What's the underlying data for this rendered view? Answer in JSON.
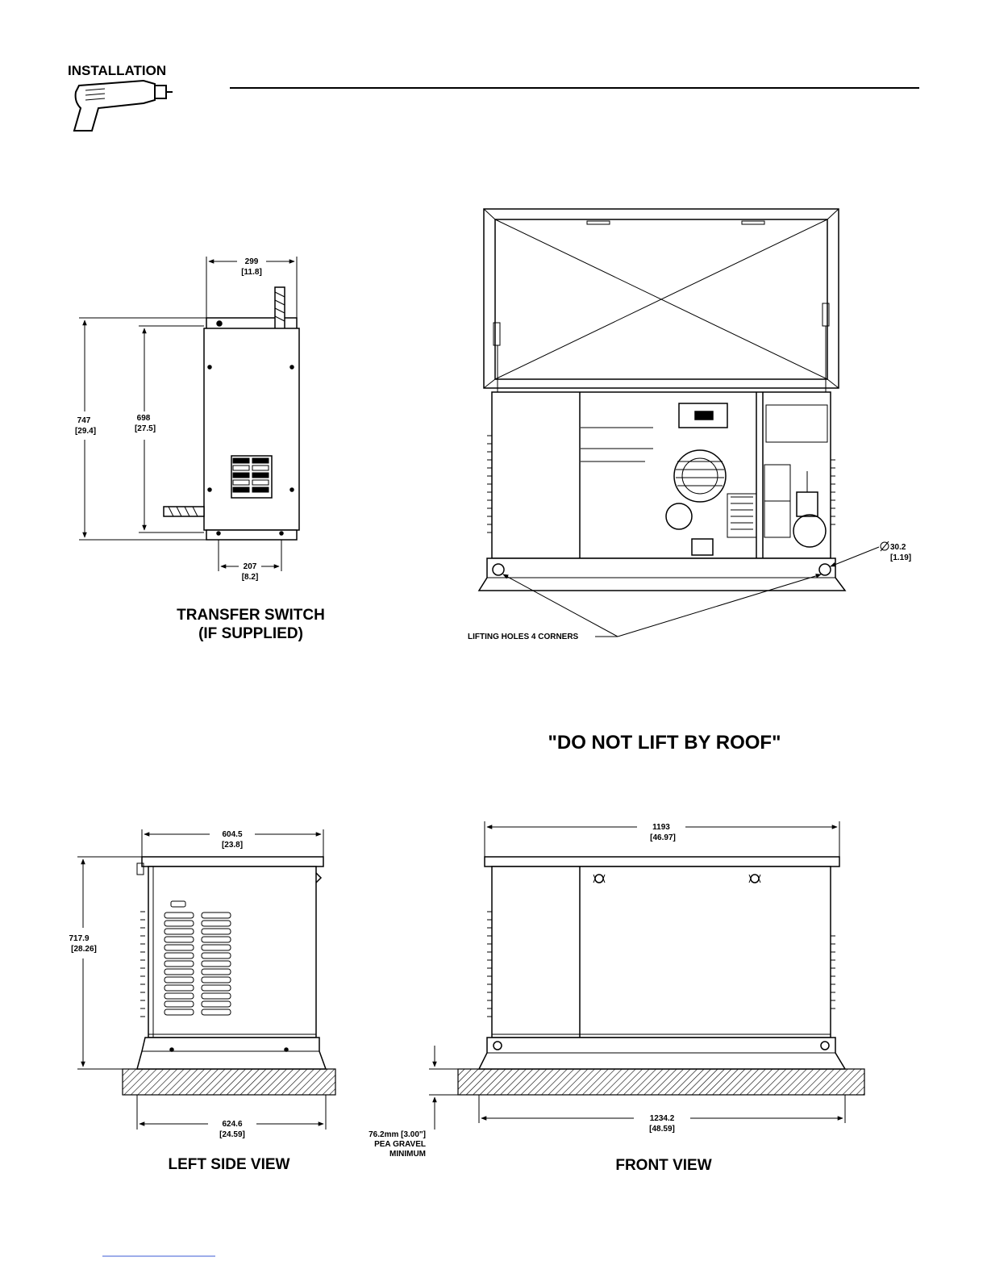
{
  "header": {
    "section_title": "INSTALLATION",
    "icon": "drill-icon"
  },
  "transfer_switch": {
    "caption_line1": "TRANSFER SWITCH",
    "caption_line2": "(IF SUPPLIED)",
    "dim_width": "299",
    "dim_width_in": "[11.8]",
    "dim_height_total": "747",
    "dim_height_total_in": "[29.4]",
    "dim_height_body": "698",
    "dim_height_body_in": "[27.5]",
    "dim_mount": "207",
    "dim_mount_in": "[8.2]"
  },
  "open_view": {
    "lifting_label": "LIFTING HOLES 4 CORNERS",
    "hole_dia": "30.2",
    "hole_dia_in": "[1.19]",
    "warning": "\"DO NOT LIFT BY ROOF\""
  },
  "left_side_view": {
    "caption": "LEFT SIDE VIEW",
    "dim_top": "604.5",
    "dim_top_in": "[23.8]",
    "dim_height": "717.9",
    "dim_height_in": "[28.26]",
    "dim_base": "624.6",
    "dim_base_in": "[24.59]"
  },
  "front_view": {
    "caption": "FRONT VIEW",
    "dim_top": "1193",
    "dim_top_in": "[46.97]",
    "dim_base": "1234.2",
    "dim_base_in": "[48.59]",
    "gravel_line1": "76.2mm [3.00\"]",
    "gravel_line2": "PEA GRAVEL",
    "gravel_line3": "MINIMUM"
  }
}
